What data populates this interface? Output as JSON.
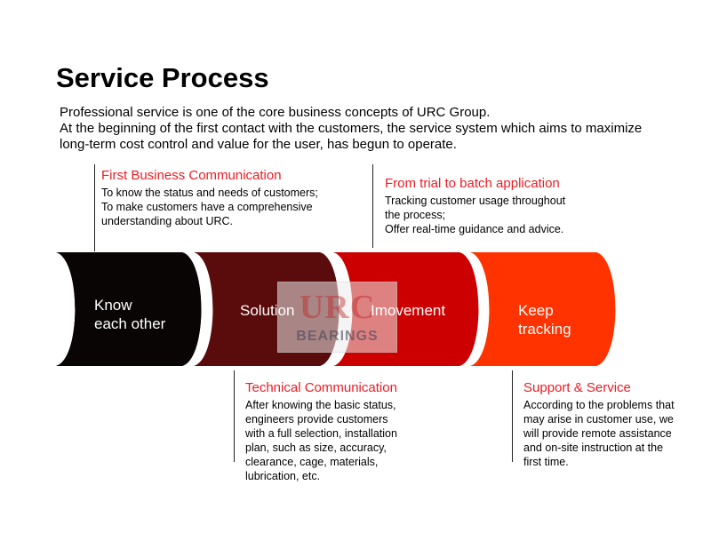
{
  "title": "Service Process",
  "intro": [
    "Professional service is one of the core business concepts of URC Group.",
    "At the beginning of the first contact with the customers, the service system which aims to maximize",
    "long-term cost control and value for the user, has begun to operate."
  ],
  "stages": [
    {
      "label_lines": [
        "Know",
        "each other"
      ],
      "color": "#0a0505"
    },
    {
      "label_lines": [
        "Solution"
      ],
      "color": "#5a0b0b"
    },
    {
      "label_lines": [
        "Imovement"
      ],
      "color": "#cc0000"
    },
    {
      "label_lines": [
        "Keep",
        "tracking"
      ],
      "color": "#ff3300"
    }
  ],
  "notes": {
    "first": {
      "heading": "First Business Communication",
      "lines": [
        "To know the status and needs of customers;",
        "To make customers have a comprehensive",
        "understanding about URC."
      ]
    },
    "trial": {
      "heading": "From trial to batch application",
      "lines": [
        "Tracking customer usage throughout",
        "the process;",
        "Offer real-time guidance and advice."
      ]
    },
    "technical": {
      "heading": "Technical Communication",
      "lines": [
        "After knowing the basic status,",
        "engineers provide customers",
        "with a full selection, installation",
        "plan, such as size, accuracy,",
        "clearance, cage, materials,",
        "lubrication, etc."
      ]
    },
    "support": {
      "heading": "Support & Service",
      "lines": [
        "According to the problems that",
        "may arise in customer use, we",
        "will provide remote assistance",
        "and on-site instruction at the",
        "first time."
      ]
    }
  },
  "watermark": {
    "main": "URC",
    "sub": "BEARINGS"
  },
  "colors": {
    "heading_red": "#ec1c24"
  }
}
